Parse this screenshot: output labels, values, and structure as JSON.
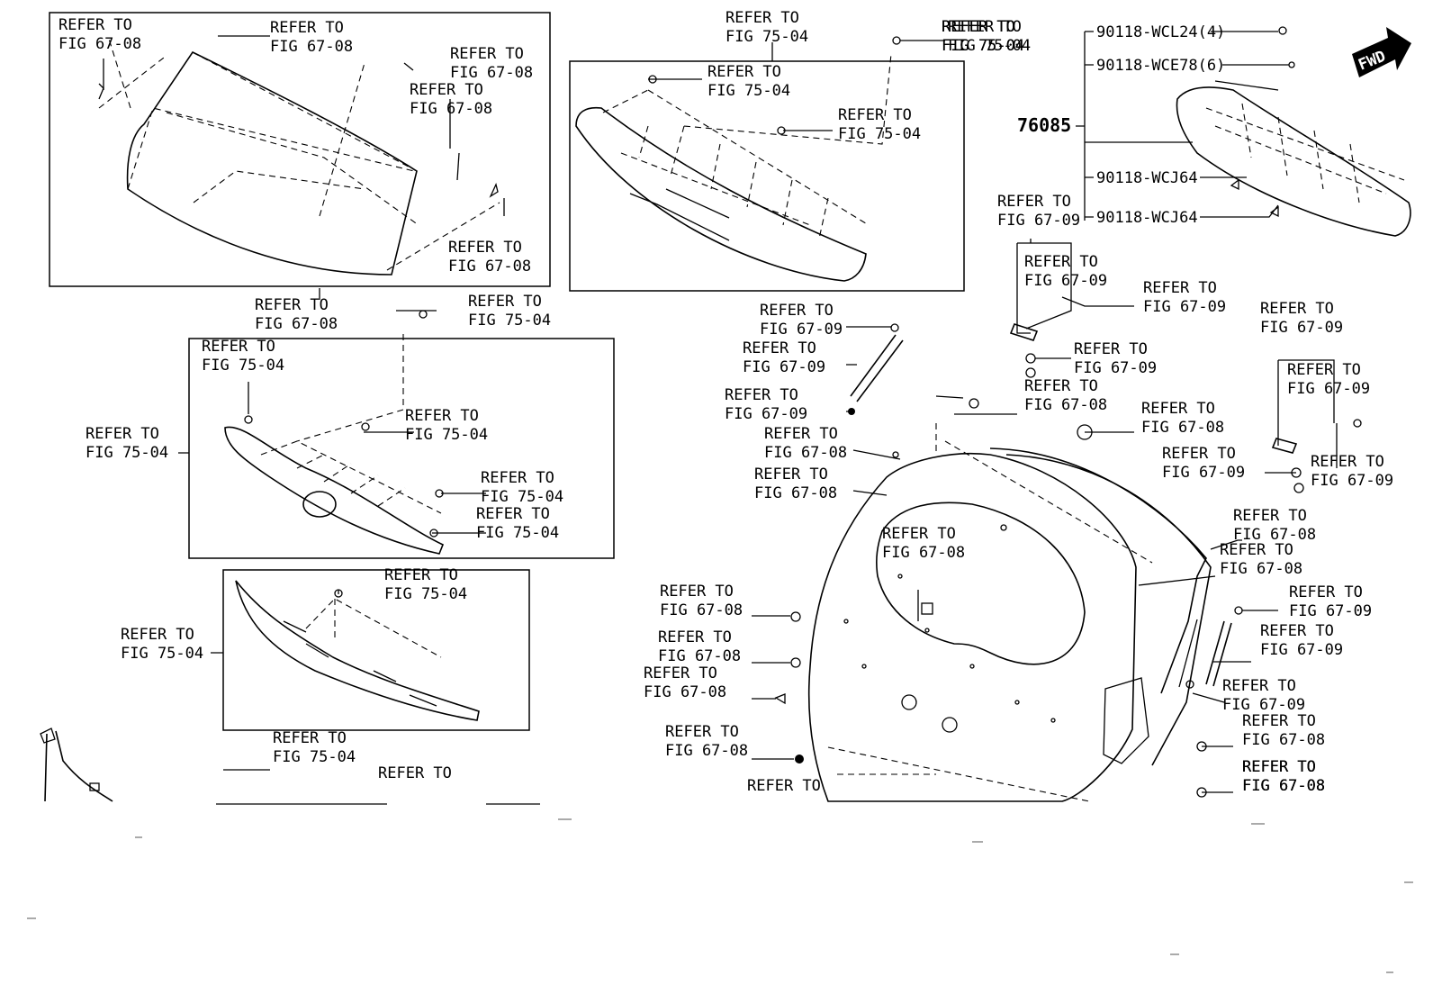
{
  "diagram": {
    "fwd_label": "FWD",
    "parts": {
      "spoiler_assembly": "76085",
      "screw_a": "90118-WCL24(4)",
      "screw_b": "90118-WCE78(6)",
      "clip_a": "90118-WCJ64",
      "clip_b": "90118-WCJ64"
    },
    "refs": [
      {
        "l1": "REFER TO",
        "l2": "FIG 67-08"
      },
      {
        "l1": "REFER TO",
        "l2": "FIG 67-08"
      },
      {
        "l1": "REFER TO",
        "l2": "FIG 67-08"
      },
      {
        "l1": "REFER TO",
        "l2": "FIG 67-08"
      },
      {
        "l1": "REFER TO",
        "l2": "FIG 67-08"
      },
      {
        "l1": "REFER TO",
        "l2": "FIG 67-08"
      },
      {
        "l1": "REFER TO",
        "l2": "FIG 75-04"
      },
      {
        "l1": "REFER TO",
        "l2": "FIG 75-04"
      },
      {
        "l1": "REFER TO",
        "l2": "FIG 75-04"
      },
      {
        "l1": "REFER TO",
        "l2": "FIG 75-04"
      },
      {
        "l1": "REFER TO",
        "l2": "FIG 75-04"
      },
      {
        "l1": "REFER TO",
        "l2": "FIG 75-04"
      },
      {
        "l1": "REFER TO",
        "l2": "FIG 75-04"
      },
      {
        "l1": "REFER TO",
        "l2": "FIG 75-04"
      },
      {
        "l1": "REFER TO",
        "l2": "FIG 75-04"
      },
      {
        "l1": "REFER TO",
        "l2": "FIG 75-04"
      },
      {
        "l1": "REFER TO",
        "l2": "FIG 75-04"
      },
      {
        "l1": "REFER TO",
        "l2": "FIG 75-04"
      },
      {
        "l1": "REFER TO",
        "l2": "FIG 75-04"
      },
      {
        "l1": "REFER TO",
        "l2": "FIG 75-04"
      },
      {
        "l1": "REFER TO",
        "l2": "FIG 75-04"
      },
      {
        "l1": "REFER TO",
        "l2": "FIG 67-09"
      },
      {
        "l1": "REFER TO",
        "l2": "FIG 67-09"
      },
      {
        "l1": "REFER TO",
        "l2": "FIG 67-09"
      },
      {
        "l1": "REFER TO",
        "l2": "FIG 67-09"
      },
      {
        "l1": "REFER TO",
        "l2": "FIG 67-09"
      },
      {
        "l1": "REFER TO",
        "l2": "FIG 67-09"
      },
      {
        "l1": "REFER TO",
        "l2": "FIG 67-09"
      },
      {
        "l1": "REFER TO",
        "l2": "FIG 67-09"
      },
      {
        "l1": "REFER TO",
        "l2": "FIG 67-09"
      },
      {
        "l1": "REFER TO",
        "l2": "FIG 67-09"
      },
      {
        "l1": "REFER TO",
        "l2": "FIG 67-09"
      },
      {
        "l1": "REFER TO",
        "l2": "FIG 67-08"
      },
      {
        "l1": "REFER TO",
        "l2": "FIG 67-08"
      },
      {
        "l1": "REFER TO",
        "l2": "FIG 67-08"
      },
      {
        "l1": "REFER TO",
        "l2": "FIG 67-08"
      },
      {
        "l1": "REFER TO",
        "l2": "FIG 67-08"
      },
      {
        "l1": "REFER TO",
        "l2": "FIG 67-08"
      },
      {
        "l1": "REFER TO",
        "l2": "FIG 67-08"
      },
      {
        "l1": "REFER TO",
        "l2": "FIG 67-08"
      },
      {
        "l1": "REFER TO",
        "l2": "FIG 67-08"
      },
      {
        "l1": "REFER TO",
        "l2": "FIG 67-08"
      },
      {
        "l1": "REFER TO",
        "l2": "FIG 67-08"
      },
      {
        "l1": "REFER TO",
        "l2": "FIG 67-09"
      },
      {
        "l1": "REFER TO",
        "l2": "FIG 67-09"
      },
      {
        "l1": "REFER TO",
        "l2": "FIG 67-09"
      },
      {
        "l1": "REFER TO",
        "l2": "FIG 67-08"
      },
      {
        "l1": "REFER TO",
        "l2": "FIG 67-08"
      },
      {
        "l1": "REFER TO",
        "l2": "FIG 67-08"
      },
      {
        "l1": "REFER TO",
        "l2": "FIG 67-08"
      },
      {
        "l1": "REFER TO",
        "l2": ""
      },
      {
        "l1": "REFER TO",
        "l2": ""
      }
    ]
  }
}
